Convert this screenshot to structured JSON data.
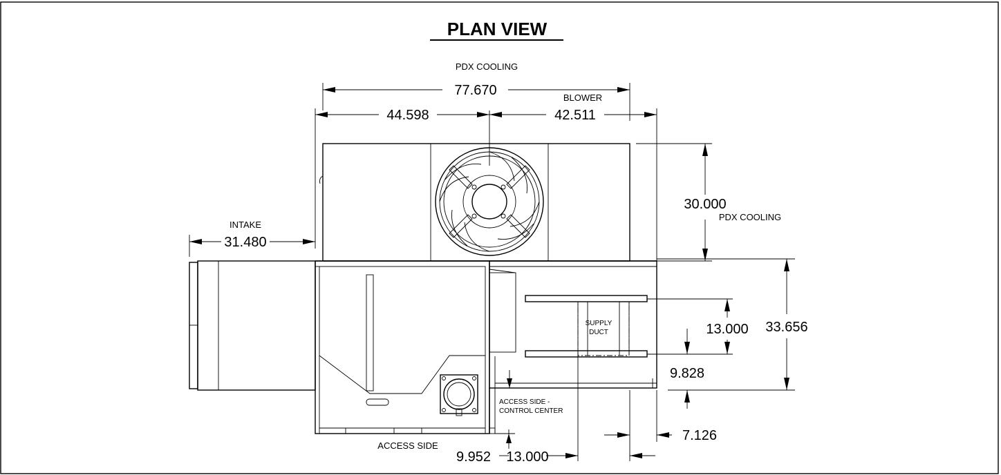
{
  "title": "PLAN VIEW",
  "labels": {
    "pdx_cooling_top": "PDX COOLING",
    "blower": "BLOWER",
    "intake": "INTAKE",
    "pdx_cooling_right": "PDX COOLING",
    "supply_duct_line1": "SUPPLY",
    "supply_duct_line2": "DUCT",
    "access_side_control_line1": "ACCESS SIDE -",
    "access_side_control_line2": "CONTROL CENTER",
    "access_side": "ACCESS SIDE"
  },
  "dimensions": {
    "overall_width": "77.670",
    "left_width": "44.598",
    "right_width": "42.511",
    "intake_length": "31.480",
    "cooling_depth": "30.000",
    "duct_width": "13.000",
    "unit_depth": "33.656",
    "duct_offset": "9.828",
    "right_offset": "7.126",
    "access_offset": "9.952",
    "bottom_duct": "13.000"
  }
}
